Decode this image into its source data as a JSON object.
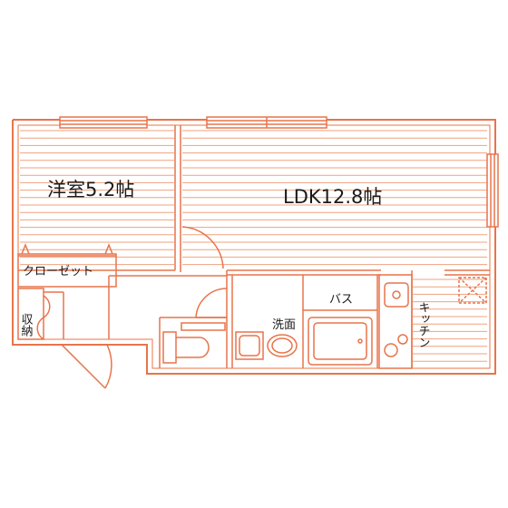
{
  "rooms": {
    "western_room": "洋室5.2帖",
    "ldk": "LDK12.8帖",
    "closet": "クローゼット",
    "storage": "収納",
    "washroom": "洗面",
    "bath": "バス",
    "kitchen": "キッチン"
  },
  "colors": {
    "wall": "#e8744a",
    "floor_line": "#f0a27e",
    "text": "#1a1a1a",
    "background": "#ffffff"
  }
}
